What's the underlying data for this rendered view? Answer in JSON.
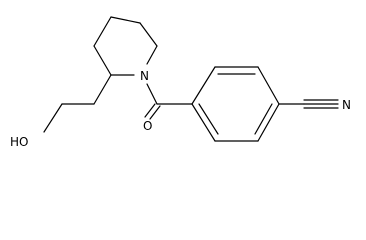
{
  "molecule": {
    "atoms": {
      "nitrogen_ring": "N",
      "oxygen_carbonyl": "O",
      "hydroxyl": "HO",
      "nitrogen_nitrile": "N"
    },
    "colors": {
      "bond": "#000000",
      "label": "#000000",
      "background": "#ffffff"
    }
  }
}
